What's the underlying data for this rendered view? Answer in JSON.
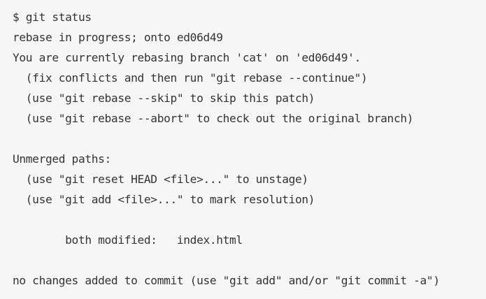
{
  "terminal": {
    "lines": [
      "$ git status",
      "rebase in progress; onto ed06d49",
      "You are currently rebasing branch 'cat' on 'ed06d49'.",
      "  (fix conflicts and then run \"git rebase --continue\")",
      "  (use \"git rebase --skip\" to skip this patch)",
      "  (use \"git rebase --abort\" to check out the original branch)",
      "",
      "Unmerged paths:",
      "  (use \"git reset HEAD <file>...\" to unstage)",
      "  (use \"git add <file>...\" to mark resolution)",
      "",
      "        both modified:   index.html",
      "",
      "no changes added to commit (use \"git add\" and/or \"git commit -a\")"
    ],
    "colors": {
      "background": "#f6f6f6",
      "text": "#333333"
    }
  }
}
